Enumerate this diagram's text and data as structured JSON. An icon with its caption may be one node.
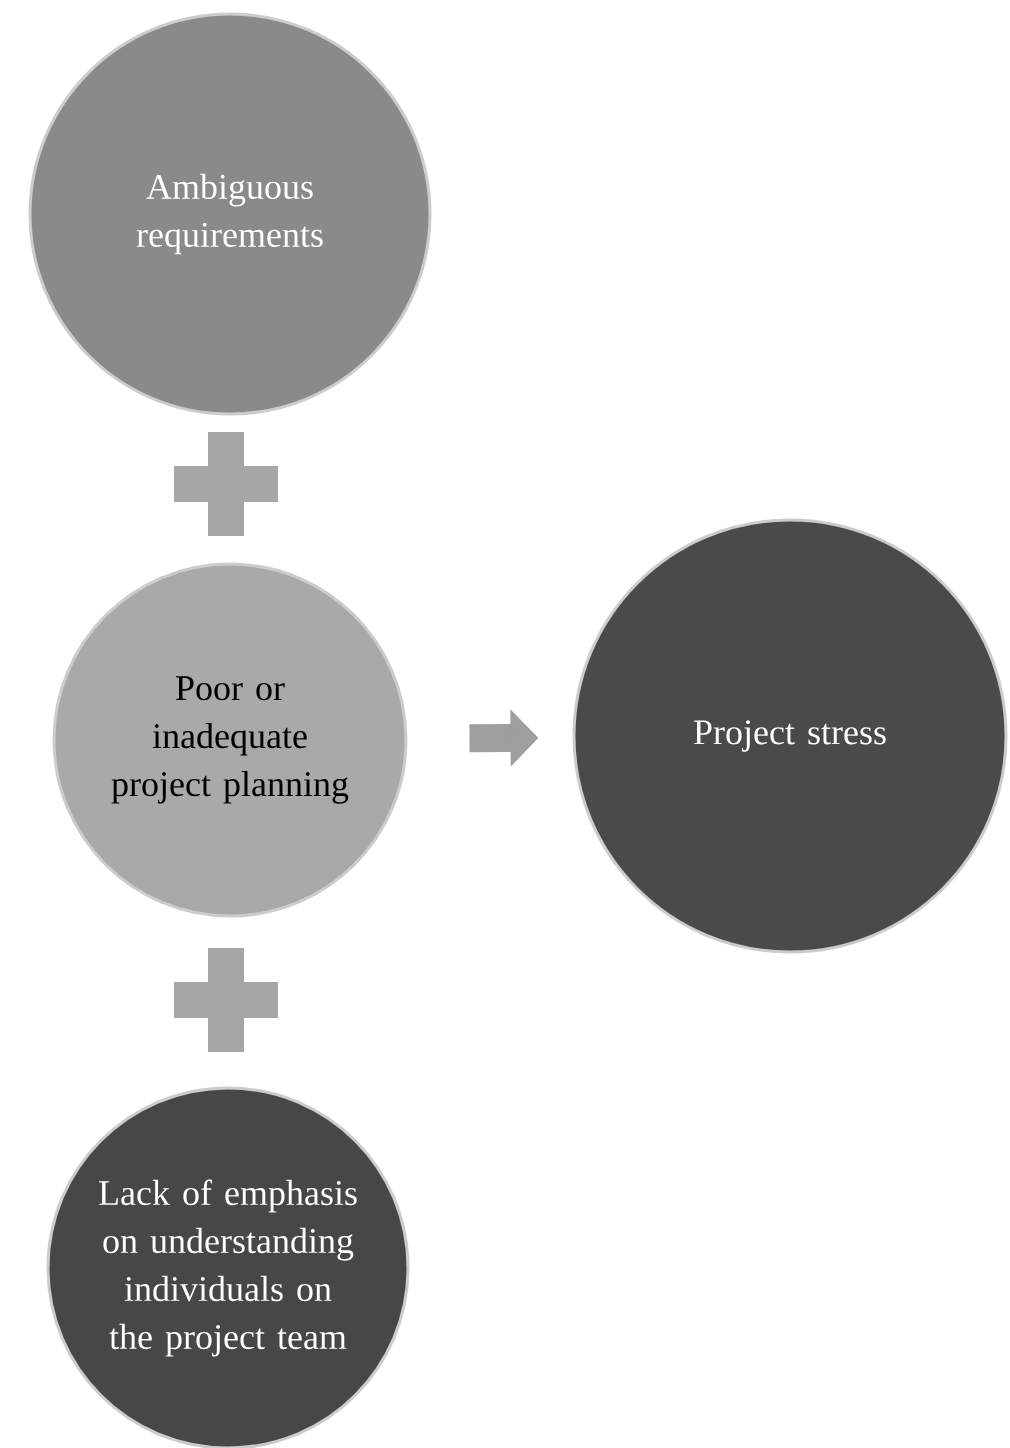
{
  "diagram": {
    "nodes": [
      {
        "text": [
          "Ambiguous requirements"
        ]
      },
      {
        "text": [
          "Poor or inadequate project planning"
        ]
      },
      {
        "text": [
          "Lack of emphasis on understanding individuals on the project team"
        ]
      },
      {
        "text": [
          "Project stress"
        ]
      }
    ],
    "edges": [
      {
        "from": 1,
        "to": 3,
        "arrow": "to"
      }
    ]
  }
}
